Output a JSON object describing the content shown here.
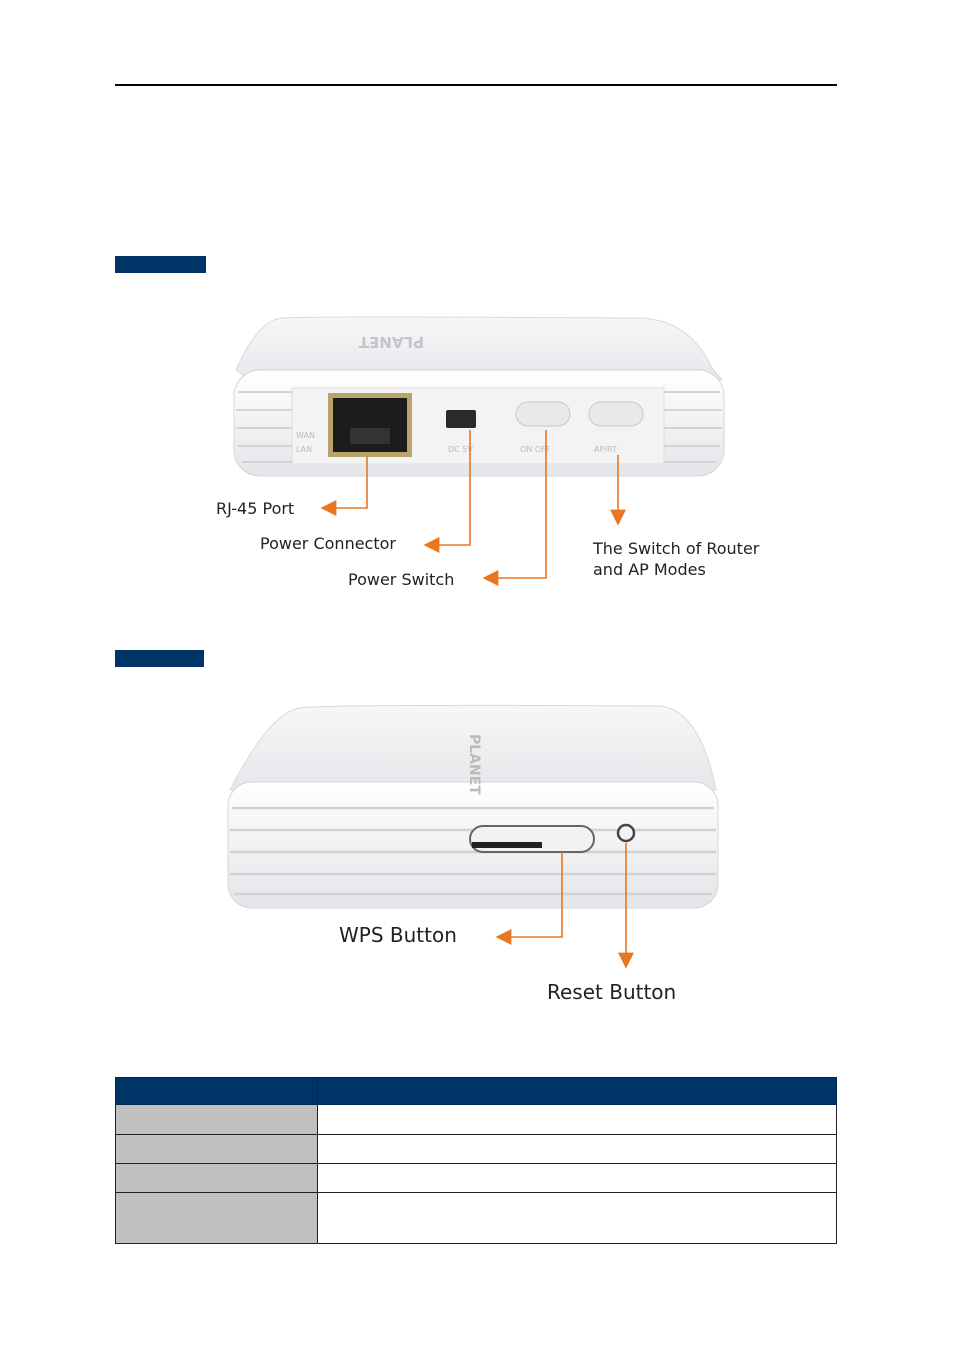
{
  "callouts": {
    "rj45": "RJ-45 Port",
    "power_connector": "Power Connector",
    "power_switch": "Power Switch",
    "mode_switch_l1": "The Switch of Router",
    "mode_switch_l2": "and AP Modes",
    "wps": "WPS Button",
    "reset": "Reset Button"
  },
  "device_labels": {
    "wan": "WAN",
    "lan": "LAN",
    "dc": "DC 5V",
    "onoff": "ON OFF",
    "apbt": "AP/RT",
    "brand": "PLANET"
  },
  "colors": {
    "accent": "#003366",
    "arrow": "#e87722",
    "table_key": "#c0c0c0"
  },
  "table": {
    "headers": [
      "",
      ""
    ],
    "rows": [
      {
        "key": "",
        "value": ""
      },
      {
        "key": "",
        "value": ""
      },
      {
        "key": "",
        "value": ""
      },
      {
        "key": "",
        "value": ""
      }
    ]
  }
}
